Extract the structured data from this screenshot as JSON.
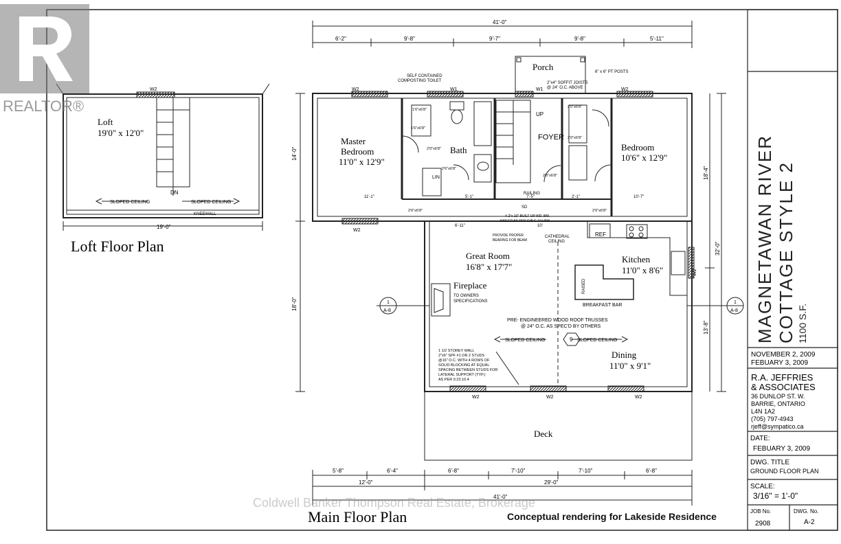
{
  "sheet": {
    "project_title": [
      "MAGNETAWAN RIVER",
      "COTTAGE STYLE 2",
      "1100 S.F."
    ],
    "revision_dates": [
      "NOVEMBER 2, 2009",
      "FEBUARY 3, 2009"
    ],
    "firm": [
      "R.A. JEFFRIES",
      "& ASSOCIATES",
      "36 DUNLOP ST. W.",
      "BARRIE, ONTARIO",
      "L4N 1A2",
      "(705) 797-4943",
      "rjeff@sympatico.ca"
    ],
    "date_label": "DATE:",
    "date_value": "FEBUARY 3, 2009",
    "dwg_title_label": "DWG. TITLE",
    "dwg_title_value": "GROUND FLOOR PLAN",
    "scale_label": "SCALE:",
    "scale_value": "3/16\" = 1'-0\"",
    "job_label": "JOB No.",
    "job_value": "2908",
    "dwg_no_label": "DWG. No.",
    "dwg_no_value": "A-2"
  },
  "branding": {
    "logo_text": "REALTOR®",
    "watermark": "Coldwell Banker Thompson Real Estate, Brokerage",
    "caption": "Conceptual rendering for Lakeside Residence"
  },
  "loft": {
    "plan_title": "Loft Floor Plan",
    "room_name": "Loft",
    "room_size": "19'0\" x 12'0\"",
    "window_tag": "W2",
    "sloped_left": "SLOPED CEILING",
    "sloped_right": "SLOPED CEILING",
    "kneewall": "KNEEWALL",
    "stair_dn": "DN",
    "width_dim": "19'-0\""
  },
  "main": {
    "plan_title": "Main Floor Plan",
    "rooms": {
      "master": [
        "Master",
        "Bedroom",
        "11'0\" x 12'9\""
      ],
      "bath": "Bath",
      "foyer": "FOYER",
      "bedroom": [
        "Bedroom",
        "10'6\" x 12'9\""
      ],
      "porch": "Porch",
      "great_room": [
        "Great Room",
        "16'8\" x 17'7\""
      ],
      "kitchen": [
        "Kitchen",
        "11'0\" x 8'6\""
      ],
      "dining": [
        "Dining",
        "11'0\" x 9'1\""
      ],
      "deck": "Deck",
      "fireplace": "Fireplace"
    },
    "notes": {
      "composting": [
        "SELF CONTAINED",
        "COMPOSTING TOILET"
      ],
      "soffit": [
        "2\"x4\" SOFFIT JOISTS",
        "@ 24\" O.C. ABOVE"
      ],
      "posts": "6\" x 6\" PT POSTS",
      "fireplace_spec": [
        "TO OWNERS",
        "SPECIFICATIONS"
      ],
      "beam": [
        "PROVIDE PROPER",
        "BEARING FOR BEAM"
      ],
      "builtup": [
        "4-2\"x 10\" BUILT-UP WD. BM.",
        "NAILED AS PER O.B.C. FLUSH"
      ],
      "cathedral": [
        "CATHEDRAL",
        "CEILING"
      ],
      "trusses": [
        "PRE- ENGINEERED WOOD ROOF TRUSSES",
        "@ 24\" O.C. AS SPEC'D BY OTHERS"
      ],
      "storey_wall": [
        "1 1/2 STOREY WALL",
        "2\"x6\" SPF #1 OR 2 STUDS",
        "@16\" O.C. WITH 4 ROWS OF",
        "SOLID BLOCKING AT EQUAL",
        "SPACING BETWEEN STUDS FOR",
        "LATERAL SUPPORT (TYP.)",
        "AS PER 9.23.10.4"
      ],
      "sloped_left": "SLOPED CEILING",
      "sloped_right": "SLOPED CEILING",
      "breakfast_bar": "BREAKFAST BAR",
      "raised": "RAISED",
      "ref": "REF",
      "railing": "RAILING",
      "up": "UP",
      "lin": "LIN",
      "sd": "SD",
      "truss_tag": "9",
      "section_tag_top": "1",
      "section_tag_bottom": "A-8"
    },
    "window_tags": [
      "W2",
      "W1",
      "W1",
      "W2",
      "W2",
      "W2",
      "W2",
      "W2",
      "W2"
    ],
    "dims_top_overall": "41'-0\"",
    "dims_top": [
      "6'-2\"",
      "9'-8\"",
      "9'-7\"",
      "9'-8\"",
      "5'-11\""
    ],
    "dims_bottom_overall": "41'-0\"",
    "dims_bottom_row1": [
      "5'-8\"",
      "6'-4\"",
      "6'-8\"",
      "7'-10\"",
      "7'-10\"",
      "6'-8\""
    ],
    "dims_bottom_row2": [
      "12'-0\"",
      "29'-0\""
    ],
    "dims_left": [
      "14'-0\"",
      "18'-0\""
    ],
    "dims_right": [
      "18'-4\"",
      "32'-0\"",
      "13'-8\""
    ],
    "door_tags": [
      "1'6\"x6'8\"",
      "1'6\"x6'8\"",
      "2'0\"x6'8\"",
      "2'6\"x6'8\"",
      "2'0\"x6'8\"",
      "2'0\"x6'8\"",
      "2'6\"x6'8\"",
      "2'6\"x6'8\"",
      "2'6\"x6'8\""
    ],
    "room_dims_small": [
      "11'-1\"",
      "5'-1\"",
      "7'-5\"",
      "2'-1\"",
      "10'-7\"",
      "6'-11\"",
      "10'"
    ]
  }
}
